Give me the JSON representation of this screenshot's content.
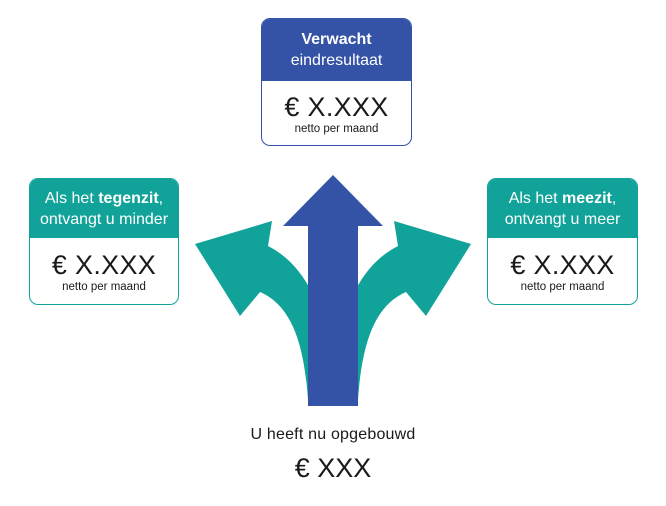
{
  "colors": {
    "expected": "#3453a7",
    "scenario": "#11a39a",
    "text": "#1a1a1a"
  },
  "icons": {
    "center": "arrow-up-icon",
    "left": "curved-arrow-left-icon",
    "right": "curved-arrow-right-icon"
  },
  "expected": {
    "title_bold": "Verwacht",
    "title_rest": "eindresultaat",
    "amount": "€ X.XXX",
    "caption": "netto per maand"
  },
  "downside": {
    "line1_prefix": "Als het ",
    "line1_bold": "tegenzit",
    "line1_suffix": ",",
    "line2": "ontvangt u minder",
    "amount": "€ X.XXX",
    "caption": "netto per maand"
  },
  "upside": {
    "line1_prefix": "Als het ",
    "line1_bold": "meezit",
    "line1_suffix": ",",
    "line2": "ontvangt u meer",
    "amount": "€ X.XXX",
    "caption": "netto per maand"
  },
  "built": {
    "label": "U heeft nu opgebouwd",
    "amount": "€ XXX"
  }
}
